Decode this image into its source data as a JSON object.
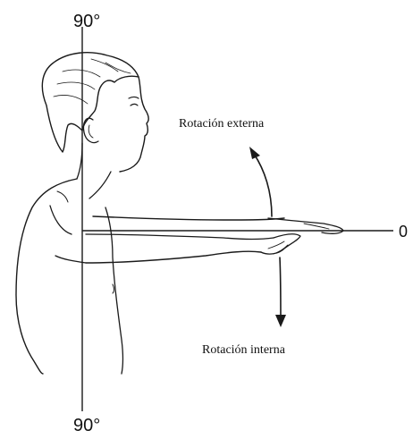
{
  "labels": {
    "top_angle": "90°",
    "bottom_angle": "90°",
    "zero_mark": "0",
    "external_rotation": "Rotación externa",
    "internal_rotation": "Rotación interna"
  }
}
